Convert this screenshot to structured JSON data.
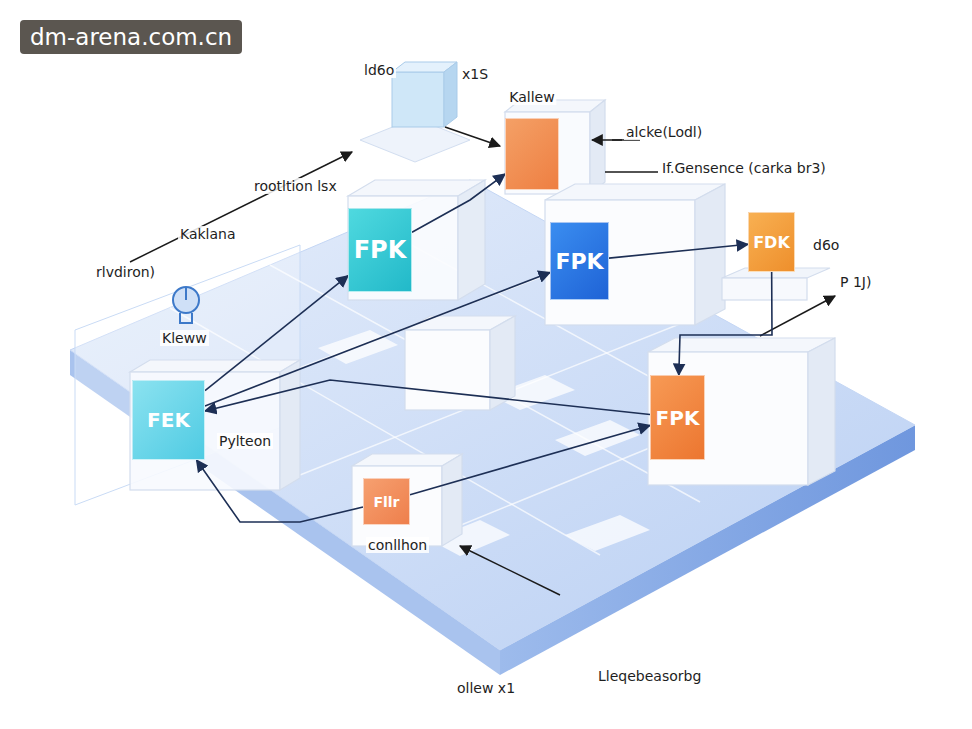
{
  "diagram": {
    "nodes": [
      {
        "text": [
          "Kallew"
        ]
      },
      {
        "text": [
          "FPK"
        ]
      },
      {
        "text": [
          "FPK"
        ]
      },
      {
        "text": [
          "FDK",
          "d6o"
        ]
      },
      {
        "text": [
          "FEK",
          "Pylteon"
        ]
      },
      {
        "text": [
          "FPK"
        ]
      },
      {
        "text": [
          "Fllr",
          "conllhon"
        ]
      }
    ],
    "edges": [
      {
        "from": 1,
        "to": 0,
        "arrow": "to"
      },
      {
        "from": 4,
        "to": 1,
        "arrow": "to"
      },
      {
        "from": 4,
        "to": 2,
        "arrow": "to"
      },
      {
        "from": 2,
        "to": 3,
        "arrow": "to"
      },
      {
        "from": 3,
        "to": 5,
        "arrow": "to"
      },
      {
        "from": 6,
        "to": 5,
        "arrow": "to"
      },
      {
        "from": 5,
        "to": 4,
        "arrow": "to"
      },
      {
        "from": 6,
        "to": 4,
        "arrow": "to"
      }
    ],
    "labels": [
      "dm-arena.com.cn",
      "ld6o",
      "x1S",
      "alcke(Lodl)",
      "If.Gensence (carka br3)",
      "Kaklana",
      "rootltion lsx",
      "P 1J)",
      "rlvdiron)",
      "Kleww",
      "ollew x1",
      "Lleqebeasorbg"
    ]
  }
}
